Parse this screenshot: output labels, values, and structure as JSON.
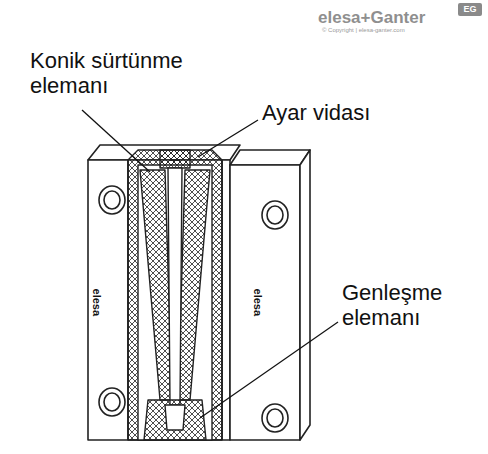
{
  "diagram": {
    "labels": [
      "elesa+Ganter",
      "EG",
      "© Copyright | elesa-ganter.com",
      "Konik sürtünme elemanı",
      "Ayar vidası",
      "Genleşme elemanı",
      "elesa",
      "elesa"
    ]
  }
}
